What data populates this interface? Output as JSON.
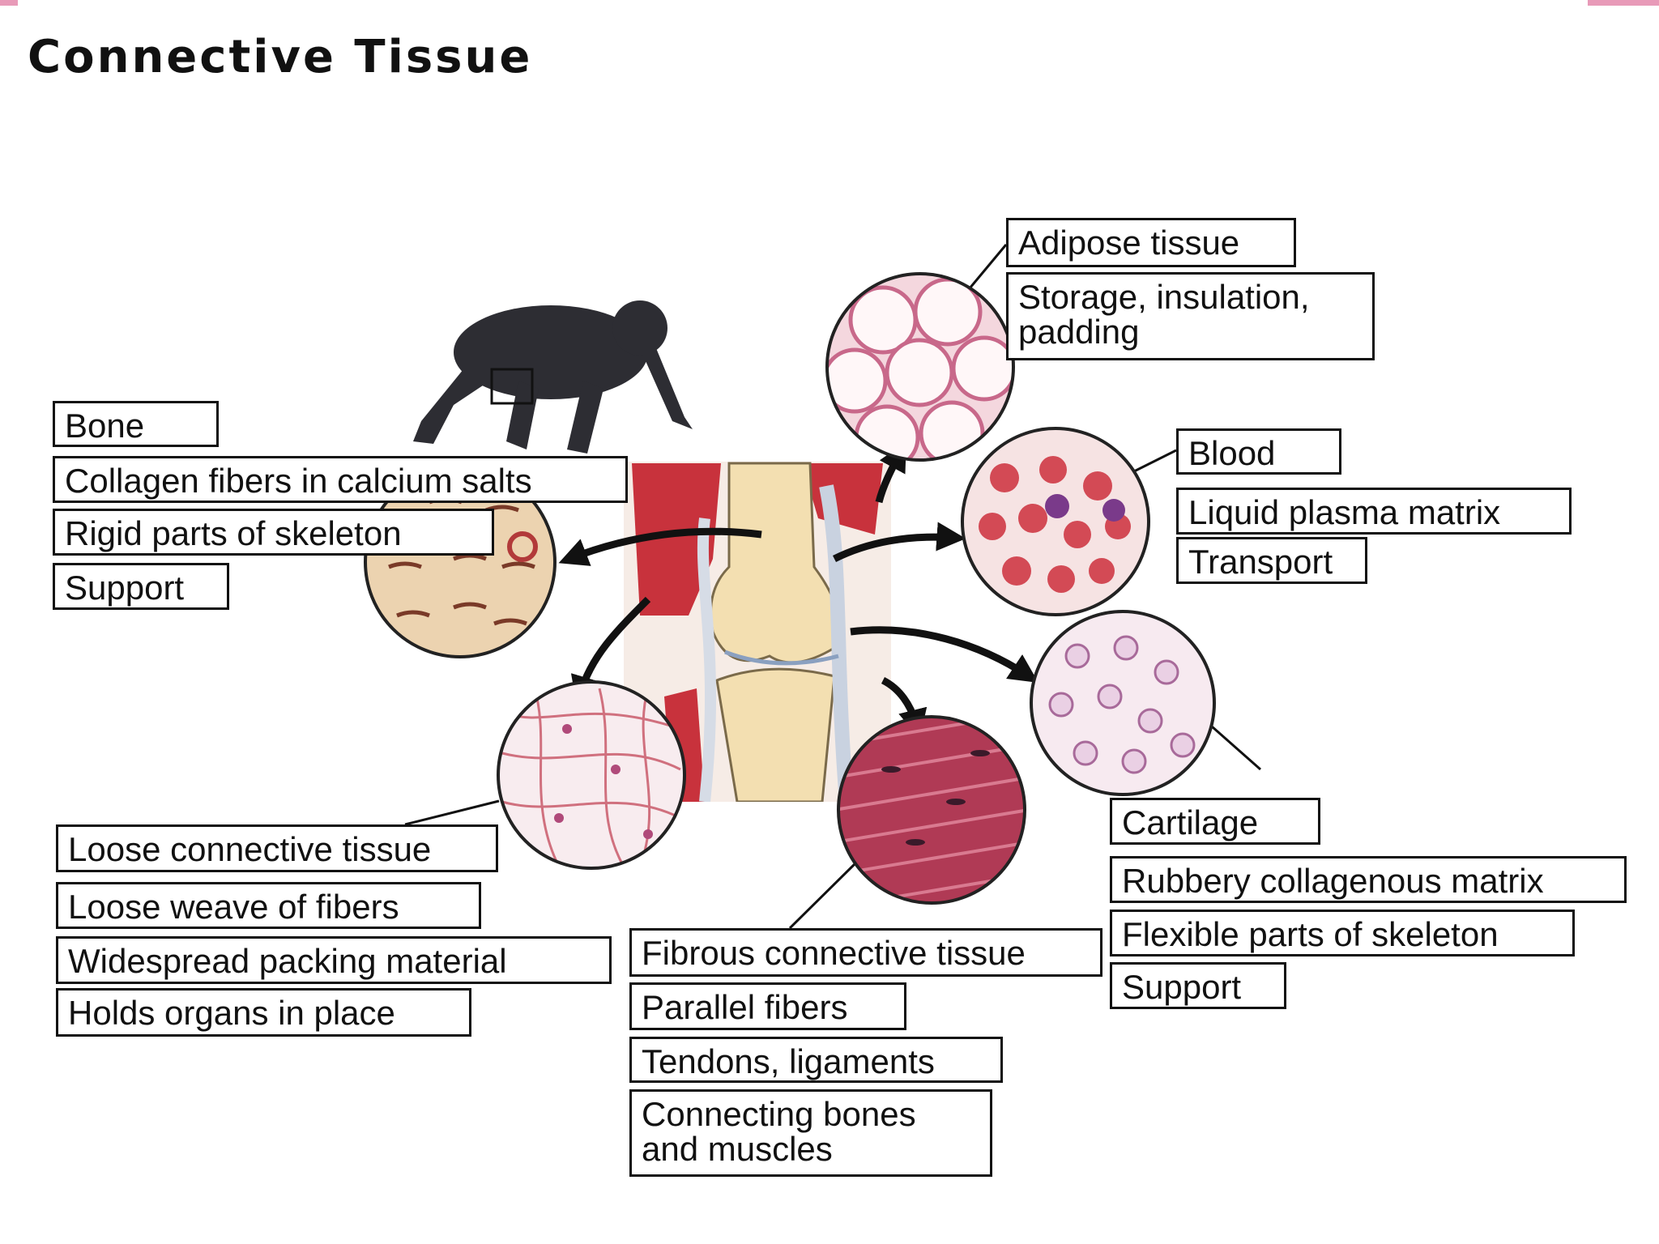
{
  "title": "Connective Tissue",
  "colors": {
    "label_border": "#111111",
    "arrow": "#111111",
    "muscle": "#c8323c",
    "bone": "#f3dfb1",
    "blood_cell": "#d34a55",
    "fibrous": "#b03a55"
  },
  "tissues": {
    "adipose": {
      "name": "Adipose tissue",
      "lines": [
        "Storage, insulation,",
        "padding"
      ]
    },
    "blood": {
      "name": "Blood",
      "lines": [
        "Liquid plasma matrix",
        "Transport"
      ]
    },
    "bone": {
      "name": "Bone",
      "lines": [
        "Collagen fibers in calcium salts",
        "Rigid parts of skeleton",
        "Support"
      ]
    },
    "loose": {
      "name": "Loose connective tissue",
      "lines": [
        "Loose weave of fibers",
        "Widespread packing material",
        "Holds organs in place"
      ]
    },
    "fibrous": {
      "name": "Fibrous connective tissue",
      "lines": [
        "Parallel fibers",
        "Tendons, ligaments",
        "Connecting bones",
        "and muscles"
      ]
    },
    "cartilage": {
      "name": "Cartilage",
      "lines": [
        "Rubbery collagenous matrix",
        "Flexible parts of skeleton",
        "Support"
      ]
    }
  }
}
